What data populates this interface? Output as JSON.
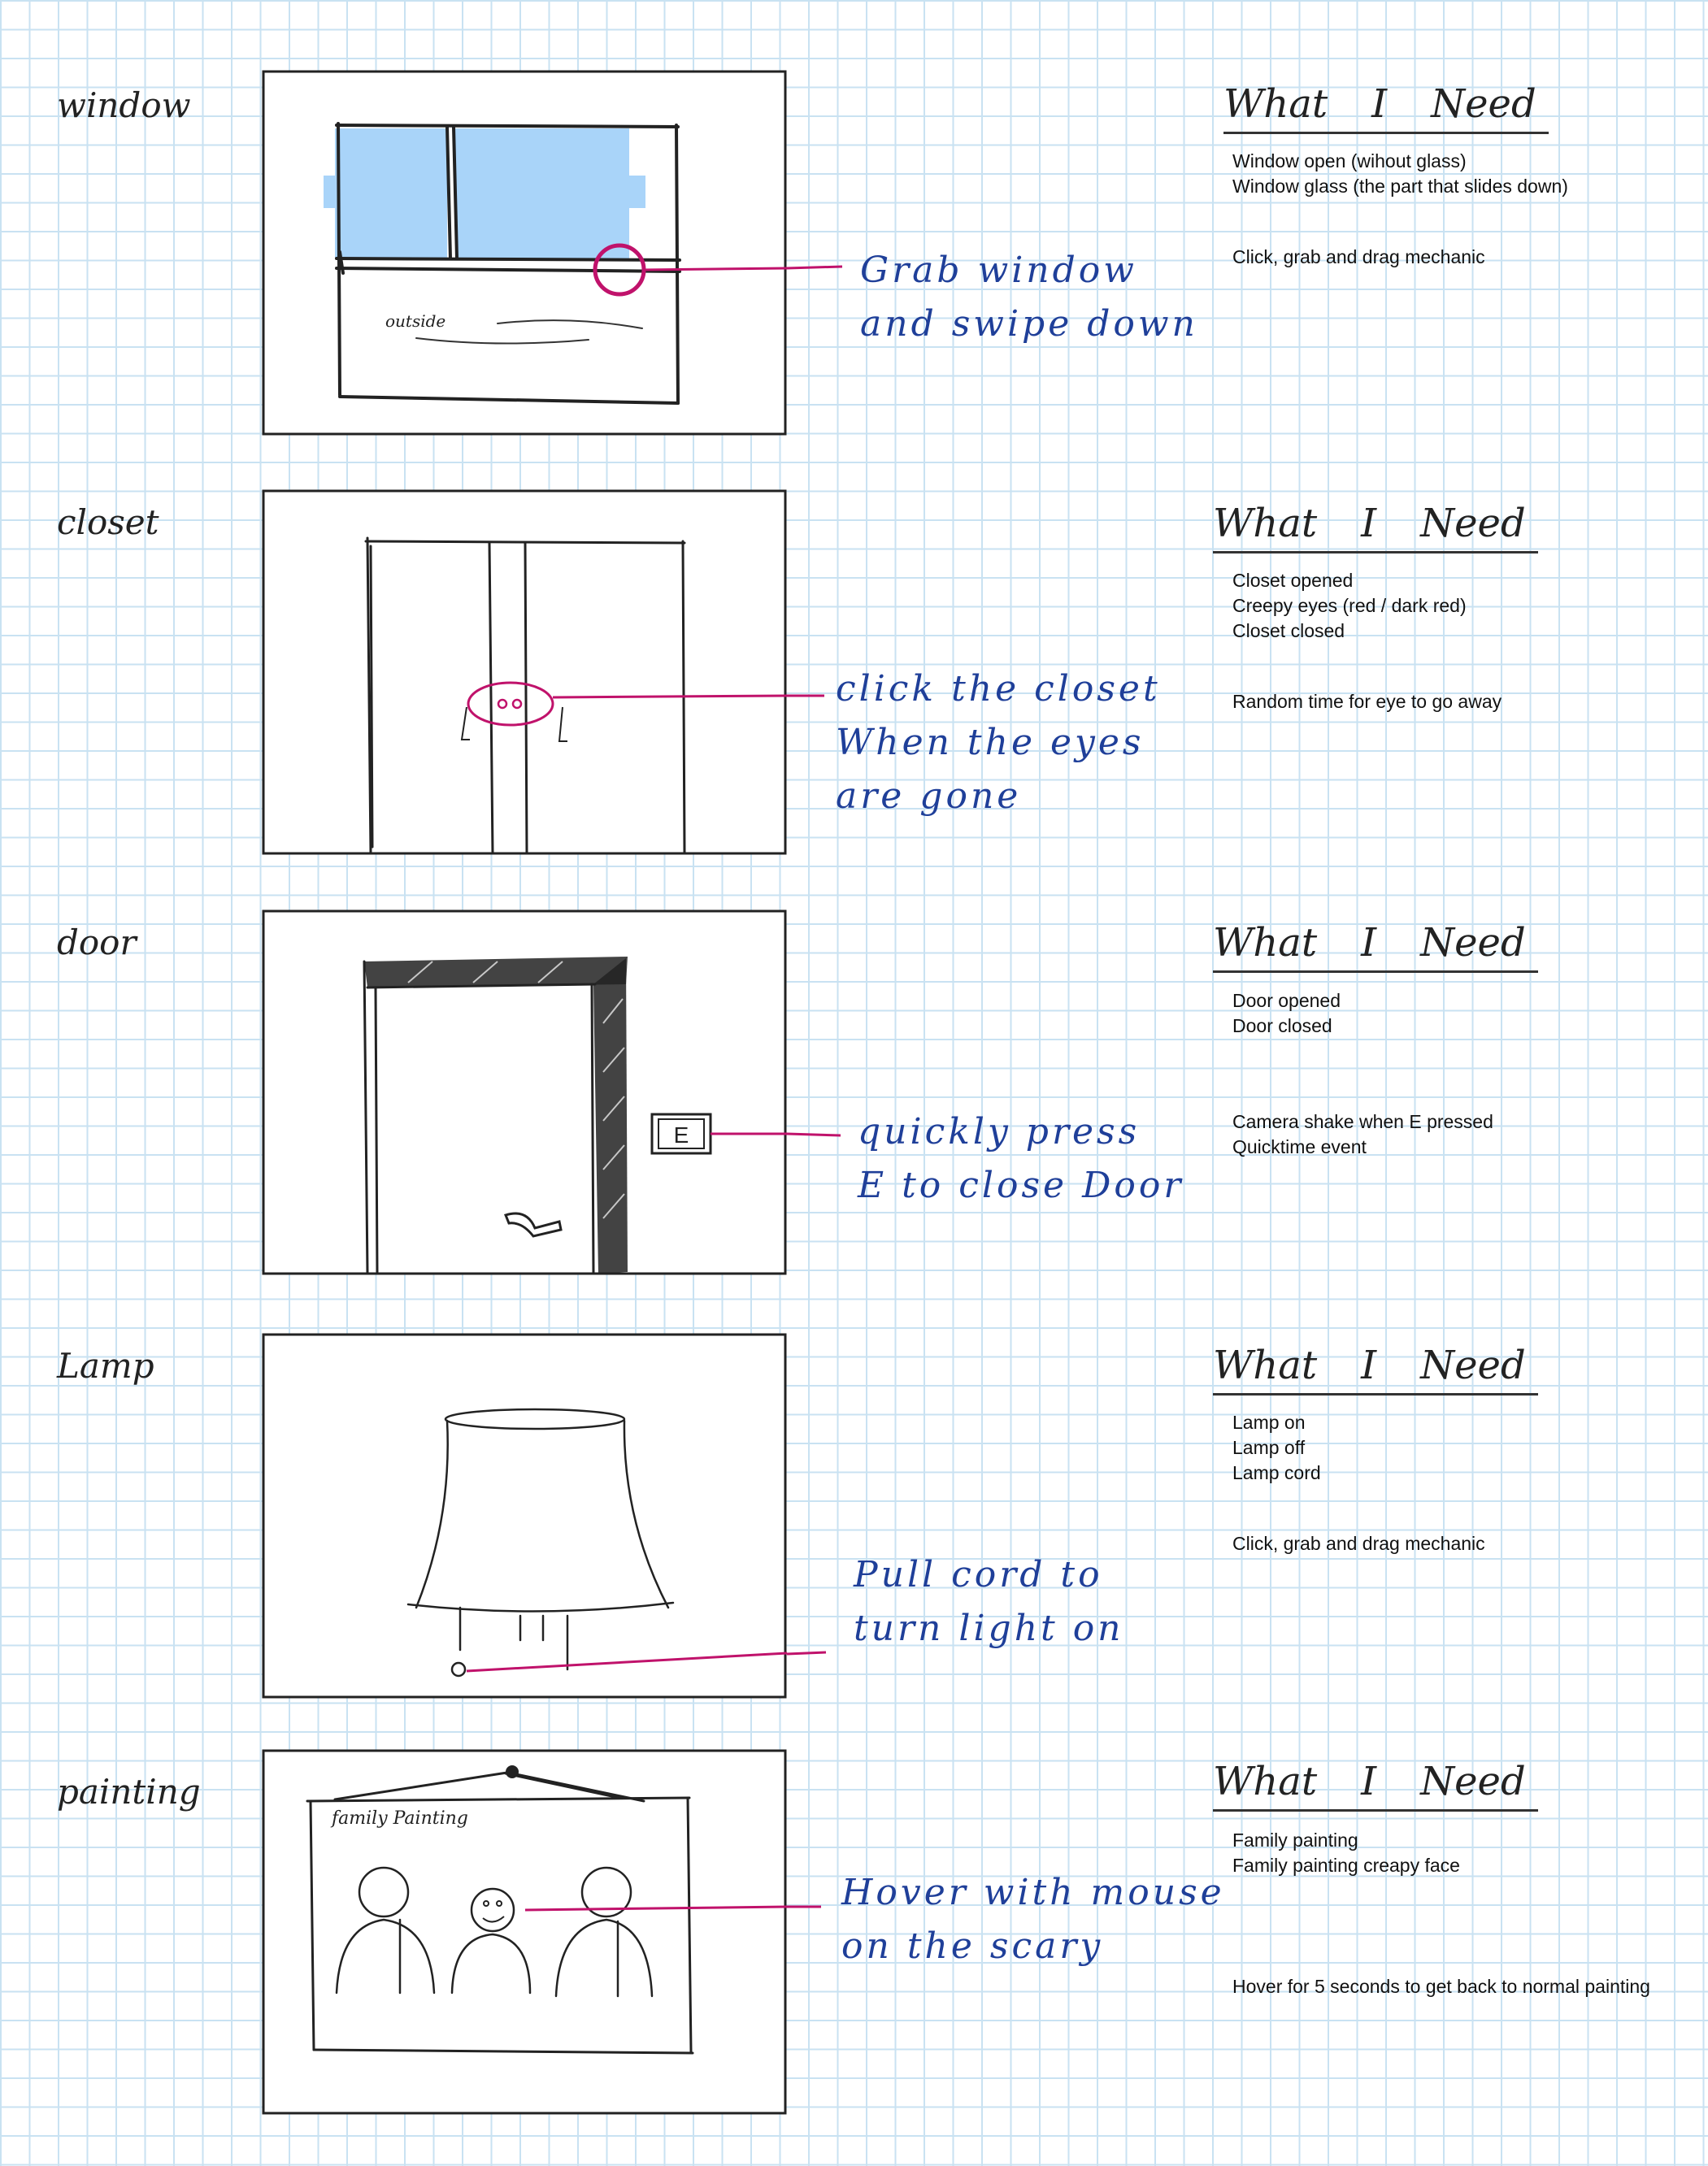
{
  "sections": [
    {
      "title": "window",
      "note_lines": [
        "Grab window",
        "and swipe down"
      ],
      "header_words": [
        "What",
        "I",
        "Need"
      ],
      "assets": [
        "Window open (wihout glass)",
        "Window glass (the part that slides down)"
      ],
      "mechanics": [
        "Click, grab and drag mechanic"
      ],
      "sketch_label": "outside"
    },
    {
      "title": "closet",
      "note_lines": [
        "click the closet",
        "When the eyes",
        "are gone"
      ],
      "header_words": [
        "What",
        "I",
        "Need"
      ],
      "assets": [
        "Closet opened",
        "Creepy eyes (red / dark red)",
        "Closet closed"
      ],
      "mechanics": [
        "Random time for eye to go away"
      ]
    },
    {
      "title": "door",
      "note_lines": [
        "quickly press",
        "E to close Door"
      ],
      "header_words": [
        "What",
        "I",
        "Need"
      ],
      "assets": [
        "Door opened",
        "Door closed"
      ],
      "mechanics": [
        "Camera shake when E pressed",
        "Quicktime event"
      ],
      "sketch_label": "E"
    },
    {
      "title": "Lamp",
      "note_lines": [
        "Pull cord to",
        "turn light on"
      ],
      "header_words": [
        "What",
        "I",
        "Need"
      ],
      "assets": [
        "Lamp on",
        "Lamp off",
        "Lamp cord"
      ],
      "mechanics": [
        "Click, grab and drag mechanic"
      ]
    },
    {
      "title": "painting",
      "note_lines": [
        "Hover with mouse",
        "on the scary"
      ],
      "header_words": [
        "What",
        "I",
        "Need"
      ],
      "assets": [
        "Family painting",
        "Family painting creapy face"
      ],
      "mechanics": [
        "Hover for 5 seconds to get back to normal painting"
      ],
      "sketch_label": "family Painting"
    }
  ],
  "colors": {
    "ink": "#222222",
    "note_blue": "#1f3f99",
    "pointer_magenta": "#c0126b",
    "glass_blue": "#a9d4f9",
    "grid": "#c9e2f2"
  }
}
